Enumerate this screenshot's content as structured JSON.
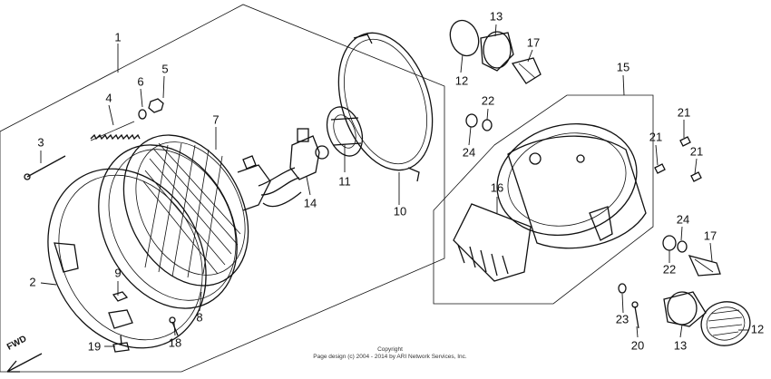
{
  "diagram": {
    "part_labels": [
      {
        "id": "p1",
        "text": "1"
      },
      {
        "id": "p2",
        "text": "2"
      },
      {
        "id": "p3",
        "text": "3"
      },
      {
        "id": "p4",
        "text": "4"
      },
      {
        "id": "p5",
        "text": "5"
      },
      {
        "id": "p6",
        "text": "6"
      },
      {
        "id": "p7",
        "text": "7"
      },
      {
        "id": "p8",
        "text": "8"
      },
      {
        "id": "p9",
        "text": "9"
      },
      {
        "id": "p10",
        "text": "10"
      },
      {
        "id": "p11",
        "text": "11"
      },
      {
        "id": "p12a",
        "text": "12"
      },
      {
        "id": "p12b",
        "text": "12"
      },
      {
        "id": "p13a",
        "text": "13"
      },
      {
        "id": "p13b",
        "text": "13"
      },
      {
        "id": "p14",
        "text": "14"
      },
      {
        "id": "p15",
        "text": "15"
      },
      {
        "id": "p16",
        "text": "16"
      },
      {
        "id": "p17a",
        "text": "17"
      },
      {
        "id": "p17b",
        "text": "17"
      },
      {
        "id": "p18",
        "text": "18"
      },
      {
        "id": "p19",
        "text": "19"
      },
      {
        "id": "p20",
        "text": "20"
      },
      {
        "id": "p21a",
        "text": "21"
      },
      {
        "id": "p21b",
        "text": "21"
      },
      {
        "id": "p21c",
        "text": "21"
      },
      {
        "id": "p22a",
        "text": "22"
      },
      {
        "id": "p22b",
        "text": "22"
      },
      {
        "id": "p23",
        "text": "23"
      },
      {
        "id": "p24a",
        "text": "24"
      },
      {
        "id": "p24b",
        "text": "24"
      }
    ],
    "fwd_label": "FWD",
    "copyright_line1": "Copyright",
    "copyright_line2": "Page design (c) 2004 - 2014 by ARI Network Services, Inc."
  }
}
